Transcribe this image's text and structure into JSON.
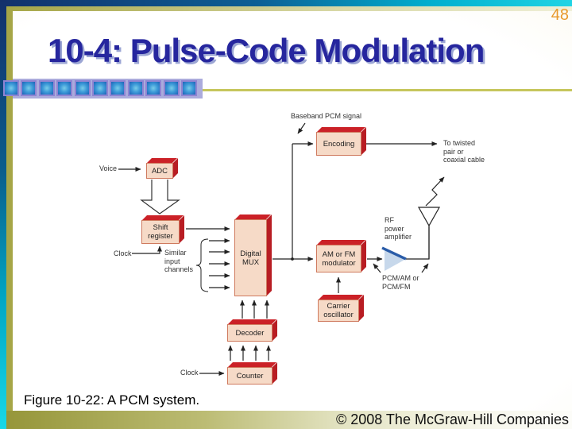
{
  "page": {
    "number": "48",
    "title": "10-4: Pulse-Code Modulation",
    "caption": "Figure 10-22: A PCM system.",
    "copyright": "© 2008 The McGraw-Hill Companies"
  },
  "colors": {
    "accent_red": "#CB2127",
    "box_fill": "#F6DAC7",
    "title_blue": "#26269E",
    "title_shadow": "#9CA6D4",
    "page_number_orange": "#E8992C",
    "frame_olive": "#A6A647",
    "deco_lavender": "#ABABDC",
    "square_border": "#8F84D2",
    "amplifier_blue": "#2A5CA8",
    "amplifier_fill": "#C7D8EB",
    "rule_yellow": "#C6C65C",
    "bar_navy": "#13306B",
    "bar_cyan": "#20D4E4"
  },
  "diagram": {
    "boxes": {
      "adc": {
        "label": "ADC"
      },
      "shift_register": {
        "label": "Shift\nregister"
      },
      "digital_mux": {
        "label": "Digital\nMUX"
      },
      "encoding": {
        "label": "Encoding"
      },
      "modulator": {
        "label": "AM or FM\nmodulator"
      },
      "carrier_osc": {
        "label": "Carrier\noscillator"
      },
      "decoder": {
        "label": "Decoder"
      },
      "counter": {
        "label": "Counter"
      }
    },
    "labels": {
      "voice": "Voice",
      "clock_top": "Clock",
      "similar_channels": "Similar\ninput\nchannels",
      "baseband": "Baseband PCM signal",
      "twisted_pair": "To twisted\npair or\ncoaxial cable",
      "rf_amp": "RF\npower\namplifier",
      "pcm_modes": "PCM/AM or\nPCM/FM",
      "clock_bottom": "Clock"
    }
  }
}
